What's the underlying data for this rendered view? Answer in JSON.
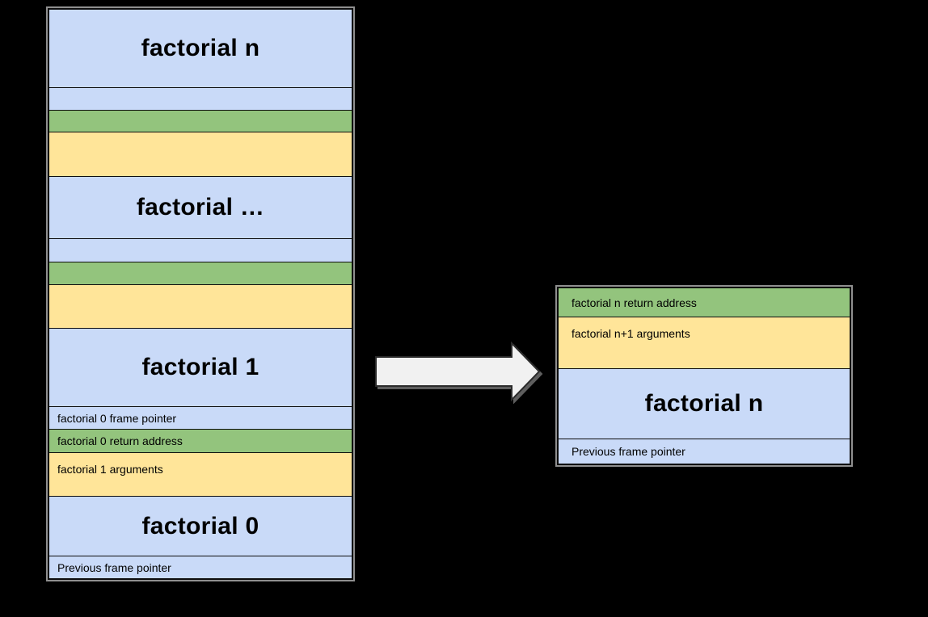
{
  "diagram": {
    "description": "Recursive factorial call stack frames collapsing into a single generalized factorial n frame",
    "colors": {
      "frame_blue": "#c9daf8",
      "return_address_green": "#93c47d",
      "arguments_yellow": "#ffe599",
      "row_border": "#0d0d0d",
      "box_outline_gray": "#8f8f8f",
      "arrow_fill": "#f1f1f1",
      "arrow_stroke": "#2b2b2b",
      "background": "#000000",
      "text": "#000000"
    },
    "left_stack": {
      "rows": [
        {
          "name": "frame-factorial-n",
          "color": "blue",
          "kind": "title",
          "text": "factorial n",
          "h": 96
        },
        {
          "name": "frame-pointer-row-empty",
          "color": "blue",
          "kind": "empty",
          "text": "",
          "h": 28
        },
        {
          "name": "return-address-row-empty",
          "color": "green",
          "kind": "empty",
          "text": "",
          "h": 27
        },
        {
          "name": "arguments-row-empty",
          "color": "yellow",
          "kind": "empty",
          "text": "",
          "h": 55
        },
        {
          "name": "frame-factorial-ellipsis",
          "color": "blue",
          "kind": "title",
          "text": "factorial …",
          "h": 77
        },
        {
          "name": "frame-pointer-row-empty",
          "color": "blue",
          "kind": "empty",
          "text": "",
          "h": 29
        },
        {
          "name": "return-address-row-empty",
          "color": "green",
          "kind": "empty",
          "text": "",
          "h": 28
        },
        {
          "name": "arguments-row-empty",
          "color": "yellow",
          "kind": "empty",
          "text": "",
          "h": 54
        },
        {
          "name": "frame-factorial-1",
          "color": "blue",
          "kind": "title",
          "text": "factorial 1",
          "h": 97
        },
        {
          "name": "factorial-0-frame-pointer-row",
          "color": "blue",
          "kind": "label",
          "text": "factorial 0 frame pointer",
          "h": 28
        },
        {
          "name": "factorial-0-return-address-row",
          "color": "green",
          "kind": "label",
          "text": "factorial 0 return address",
          "h": 29
        },
        {
          "name": "factorial-1-arguments-row",
          "color": "yellow",
          "kind": "label",
          "text": "factorial 1 arguments",
          "h": 54
        },
        {
          "name": "frame-factorial-0",
          "color": "blue",
          "kind": "title",
          "text": "factorial 0",
          "h": 74
        },
        {
          "name": "previous-frame-pointer-row",
          "color": "blue",
          "kind": "label",
          "text": "Previous frame pointer",
          "h": 28
        }
      ]
    },
    "arrow": {
      "name": "transform-arrow",
      "direction": "right"
    },
    "right_stack": {
      "rows": [
        {
          "name": "factorial-n-return-address-row",
          "color": "green",
          "kind": "label",
          "text": "factorial n return address",
          "h": 35
        },
        {
          "name": "factorial-n1-arguments-row",
          "color": "yellow",
          "kind": "label",
          "text": "factorial n+1 arguments",
          "h": 64
        },
        {
          "name": "frame-factorial-n",
          "color": "blue",
          "kind": "title",
          "text": "factorial n",
          "h": 87
        },
        {
          "name": "previous-frame-pointer-row",
          "color": "blue",
          "kind": "label",
          "text": "Previous frame pointer",
          "h": 31
        }
      ]
    }
  }
}
